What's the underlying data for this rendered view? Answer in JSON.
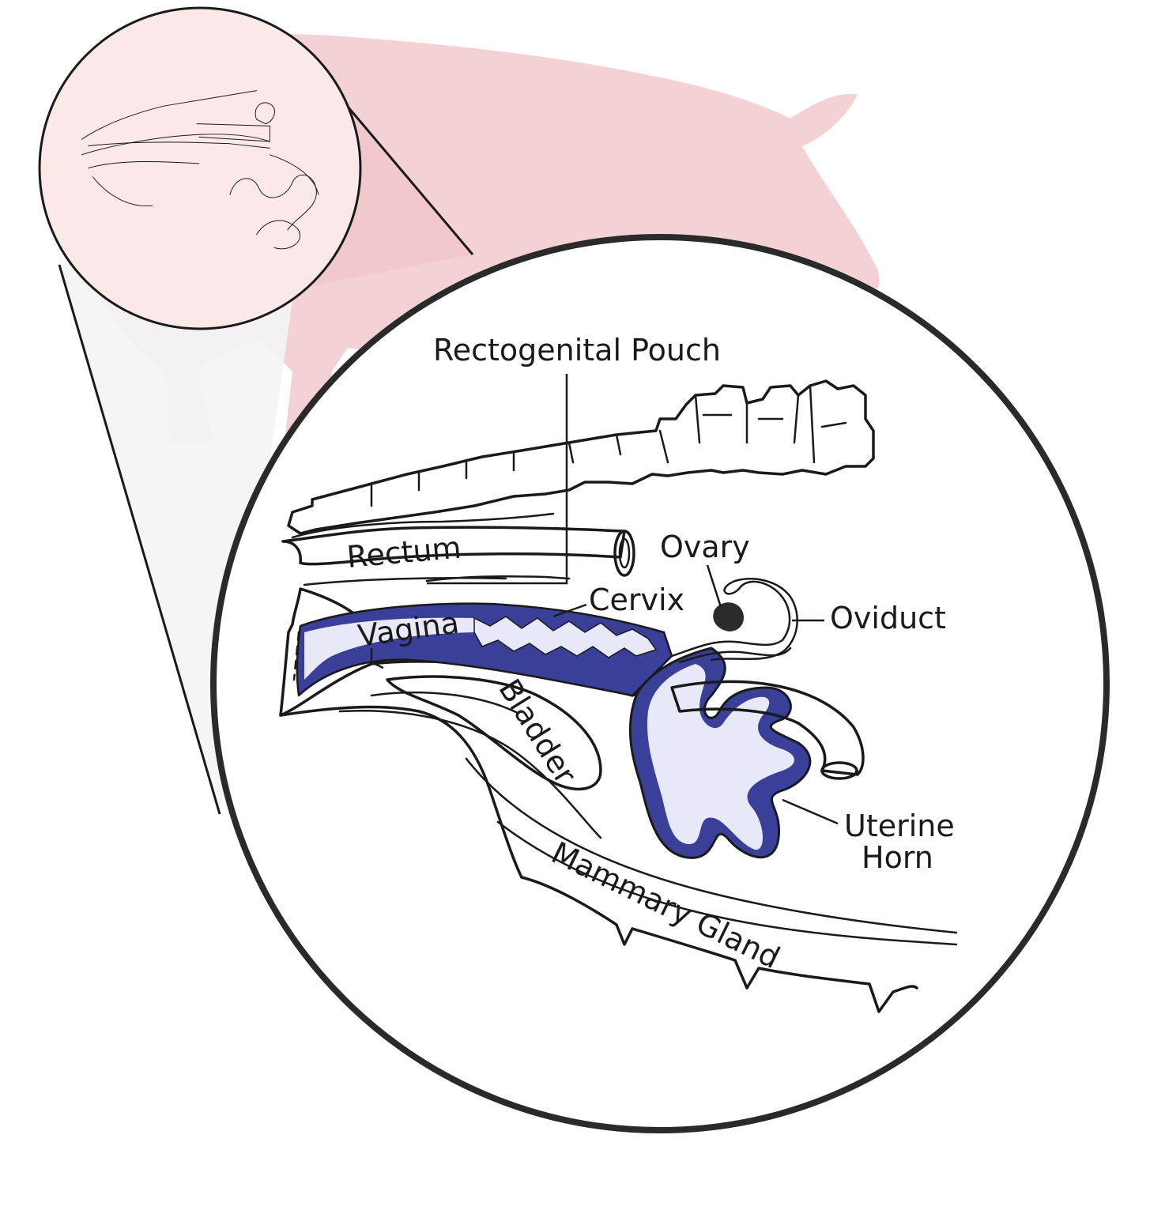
{
  "colors": {
    "pig_silhouette": "#f2c9cc",
    "reproductive_tract": "#3a3f9a",
    "tract_lining": "#e8e9f8",
    "outline": "#1a1a1a",
    "magnifier_ring": "#2a2a2a"
  },
  "labels": {
    "rectogenital_pouch": "Rectogenital Pouch",
    "rectum": "Rectum",
    "ovary": "Ovary",
    "cervix": "Cervix",
    "oviduct": "Oviduct",
    "vagina": "Vagina",
    "bladder": "Bladder",
    "uterine_horn_line1": "Uterine",
    "uterine_horn_line2": "Horn",
    "mammary_gland": "Mammary Gland"
  }
}
